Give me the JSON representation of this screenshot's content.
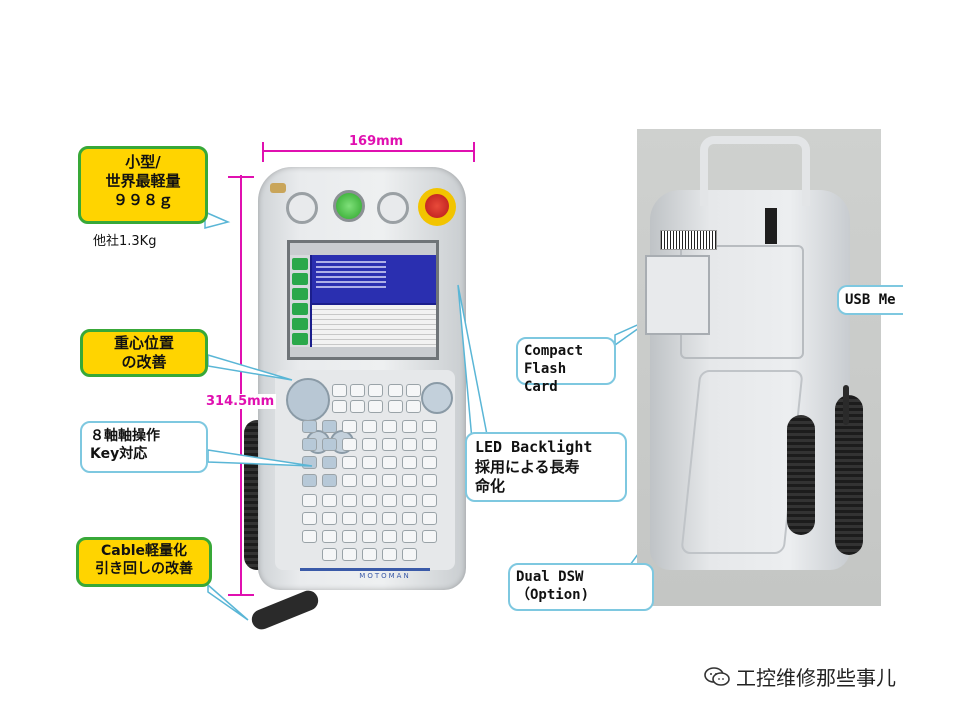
{
  "callouts": {
    "weight": {
      "lines": [
        "小型/",
        "世界最軽量",
        "９９８ｇ"
      ]
    },
    "other_company": "他社1.3Kg",
    "center_gravity": {
      "lines": [
        "重心位置",
        "の改善"
      ]
    },
    "eight_axis": {
      "lines": [
        "８軸軸操作",
        "Key対応"
      ]
    },
    "cable": {
      "lines": [
        "Cable軽量化",
        "引き回しの改善"
      ]
    },
    "led": {
      "lines": [
        "LED Backlight",
        "採用による長寿",
        "命化"
      ]
    },
    "compact_flash": {
      "lines": [
        "Compact",
        "Flash Card"
      ]
    },
    "usb": "USB Me",
    "dual_dsw": {
      "lines": [
        "Dual DSW",
        "（Option)"
      ]
    }
  },
  "dimensions": {
    "width": "169mm",
    "height": "314.5mm"
  },
  "pendant": {
    "brand": "MOTOMAN"
  },
  "watermark": {
    "text": "工控维修那些事儿",
    "icon": "wechat-icon"
  },
  "colors": {
    "callout_fill": "#ffd400",
    "callout_border": "#38a838",
    "dimension": "#e010b0",
    "leader": "#7ec8e0"
  }
}
